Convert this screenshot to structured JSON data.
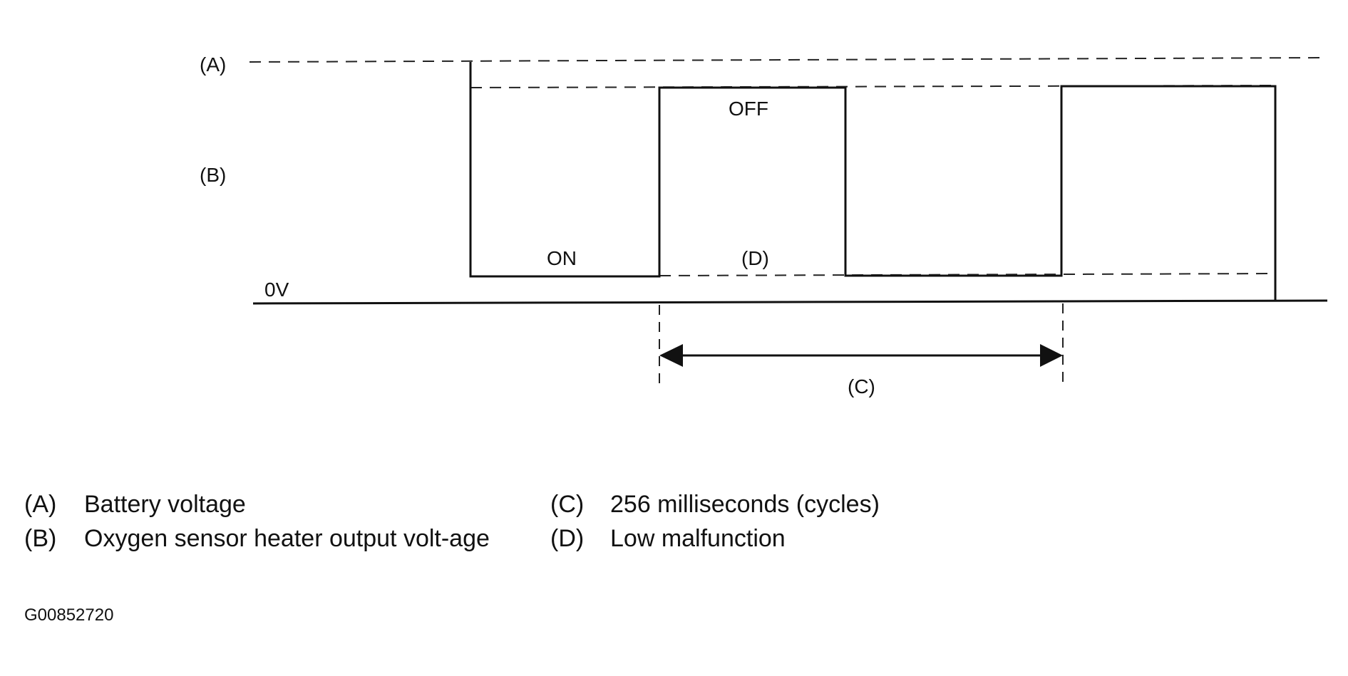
{
  "diagram": {
    "axis_labels": {
      "a": "(A)",
      "b": "(B)",
      "zero": "0V"
    },
    "waveform_labels": {
      "on": "ON",
      "off": "OFF",
      "d": "(D)",
      "c": "(C)"
    }
  },
  "legend": {
    "left": [
      {
        "key": "(A)",
        "text": "Battery voltage"
      },
      {
        "key": "(B)",
        "text": "Oxygen sensor heater output volt-age"
      }
    ],
    "right": [
      {
        "key": "(C)",
        "text": "256 milliseconds (cycles)"
      },
      {
        "key": "(D)",
        "text": "Low malfunction"
      }
    ]
  },
  "figure_id": "G00852720"
}
